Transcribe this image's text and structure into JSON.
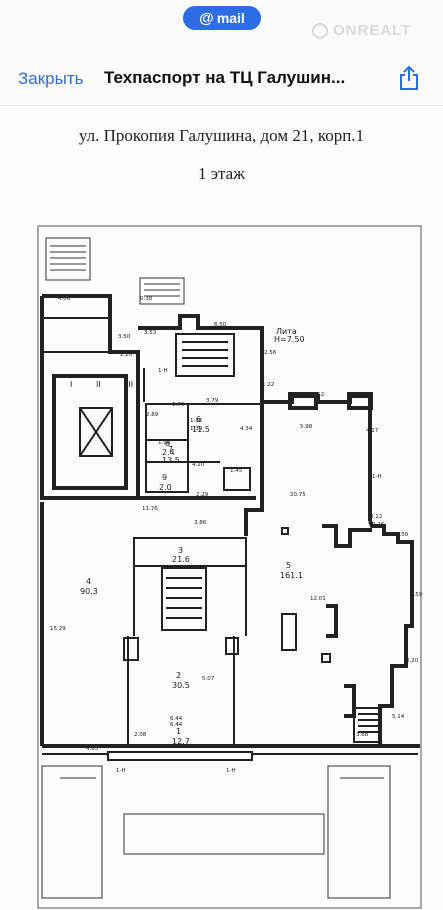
{
  "header": {
    "pill_label": "mail",
    "watermark": "ONREALT",
    "close_label": "Закрыть",
    "title": "Техпаспорт на ТЦ Галушин...",
    "share_icon": "share-icon"
  },
  "document": {
    "address": "ул. Прокопия Галушина, дом 21, корп.1",
    "floor": "1 этаж",
    "plan": {
      "lit": "Лита",
      "height": "Н=7.50",
      "rooms": [
        {
          "num": "I",
          "area": ""
        },
        {
          "num": "II",
          "area": ""
        },
        {
          "num": "III",
          "area": ""
        },
        {
          "num": "6",
          "area": "11.5"
        },
        {
          "num": "7",
          "area": "13.5"
        },
        {
          "num": "8",
          "area": "2.4"
        },
        {
          "num": "9",
          "area": "2.0"
        },
        {
          "num": "3",
          "area": "21.6"
        },
        {
          "num": "4",
          "area": "90.3"
        },
        {
          "num": "5",
          "area": "161.1"
        },
        {
          "num": "2",
          "area": "30.5"
        },
        {
          "num": "1",
          "area": "12.7"
        }
      ],
      "dims": [
        "4.06",
        "0.38",
        "1.63",
        "3.50",
        "3.53",
        "6.50",
        "2.20",
        "2.56",
        "1-Н",
        "3.79",
        "1.22",
        "6.52",
        "2.89",
        "1.70",
        "1.36",
        "1.39",
        "4.34",
        "5.98",
        "4.17",
        "1.96",
        "4.10",
        "1.45",
        "1-Н",
        "20.75",
        "11.76",
        "2.29",
        "3.86",
        "0.12",
        "0.26",
        "2.50",
        "1.59",
        "15.29",
        "12.01",
        "5.07",
        "0.20",
        "5.14",
        "6.44",
        "6.44",
        "2.08",
        "3.68",
        "4.65",
        "1-Н",
        "1-Н"
      ]
    }
  }
}
